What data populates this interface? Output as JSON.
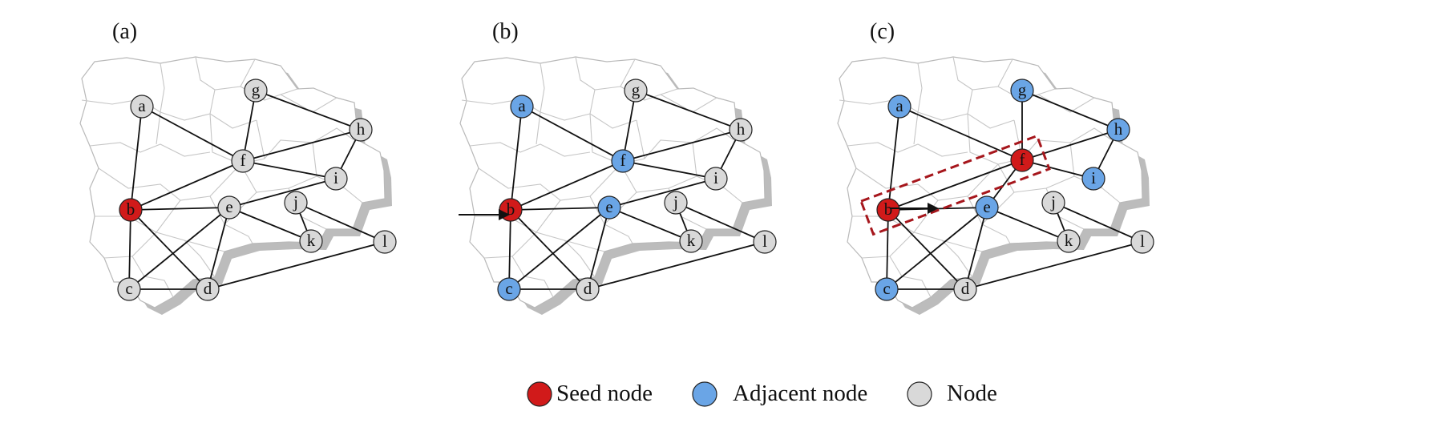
{
  "panels": [
    {
      "label": "(a)",
      "nodes": [
        {
          "id": "a",
          "label": "a",
          "role": "node"
        },
        {
          "id": "b",
          "label": "b",
          "role": "seed"
        },
        {
          "id": "c",
          "label": "c",
          "role": "node"
        },
        {
          "id": "d",
          "label": "d",
          "role": "node"
        },
        {
          "id": "e",
          "label": "e",
          "role": "node"
        },
        {
          "id": "f",
          "label": "f",
          "role": "node"
        },
        {
          "id": "g",
          "label": "g",
          "role": "node"
        },
        {
          "id": "h",
          "label": "h",
          "role": "node"
        },
        {
          "id": "i",
          "label": "i",
          "role": "node"
        },
        {
          "id": "j",
          "label": "j",
          "role": "node"
        },
        {
          "id": "k",
          "label": "k",
          "role": "node"
        },
        {
          "id": "l",
          "label": "l",
          "role": "node"
        }
      ],
      "edges": [
        [
          "a",
          "b"
        ],
        [
          "a",
          "f"
        ],
        [
          "b",
          "f"
        ],
        [
          "b",
          "e"
        ],
        [
          "b",
          "c"
        ],
        [
          "b",
          "d"
        ],
        [
          "c",
          "e"
        ],
        [
          "c",
          "d"
        ],
        [
          "d",
          "e"
        ],
        [
          "d",
          "l"
        ],
        [
          "e",
          "i"
        ],
        [
          "e",
          "k"
        ],
        [
          "f",
          "g"
        ],
        [
          "f",
          "h"
        ],
        [
          "f",
          "i"
        ],
        [
          "g",
          "h"
        ],
        [
          "h",
          "i"
        ],
        [
          "j",
          "k"
        ],
        [
          "j",
          "l"
        ]
      ],
      "highlight": false
    },
    {
      "label": "(b)",
      "nodes": [
        {
          "id": "a",
          "label": "a",
          "role": "adjacent"
        },
        {
          "id": "b",
          "label": "b",
          "role": "seed"
        },
        {
          "id": "c",
          "label": "c",
          "role": "adjacent"
        },
        {
          "id": "d",
          "label": "d",
          "role": "node"
        },
        {
          "id": "e",
          "label": "e",
          "role": "adjacent"
        },
        {
          "id": "f",
          "label": "f",
          "role": "adjacent"
        },
        {
          "id": "g",
          "label": "g",
          "role": "node"
        },
        {
          "id": "h",
          "label": "h",
          "role": "node"
        },
        {
          "id": "i",
          "label": "i",
          "role": "node"
        },
        {
          "id": "j",
          "label": "j",
          "role": "node"
        },
        {
          "id": "k",
          "label": "k",
          "role": "node"
        },
        {
          "id": "l",
          "label": "l",
          "role": "node"
        }
      ],
      "edges": [
        [
          "a",
          "b"
        ],
        [
          "a",
          "f"
        ],
        [
          "b",
          "f"
        ],
        [
          "b",
          "e"
        ],
        [
          "b",
          "c"
        ],
        [
          "b",
          "d"
        ],
        [
          "c",
          "e"
        ],
        [
          "c",
          "d"
        ],
        [
          "d",
          "e"
        ],
        [
          "d",
          "l"
        ],
        [
          "e",
          "i"
        ],
        [
          "e",
          "k"
        ],
        [
          "f",
          "g"
        ],
        [
          "f",
          "h"
        ],
        [
          "f",
          "i"
        ],
        [
          "g",
          "h"
        ],
        [
          "h",
          "i"
        ],
        [
          "j",
          "k"
        ],
        [
          "j",
          "l"
        ]
      ],
      "highlight": false
    },
    {
      "label": "(c)",
      "nodes": [
        {
          "id": "a",
          "label": "a",
          "role": "adjacent"
        },
        {
          "id": "b",
          "label": "b",
          "role": "seed"
        },
        {
          "id": "c",
          "label": "c",
          "role": "adjacent"
        },
        {
          "id": "d",
          "label": "d",
          "role": "node"
        },
        {
          "id": "e",
          "label": "e",
          "role": "adjacent"
        },
        {
          "id": "f",
          "label": "f",
          "role": "seed"
        },
        {
          "id": "g",
          "label": "g",
          "role": "adjacent"
        },
        {
          "id": "h",
          "label": "h",
          "role": "adjacent"
        },
        {
          "id": "i",
          "label": "i",
          "role": "adjacent"
        },
        {
          "id": "j",
          "label": "j",
          "role": "node"
        },
        {
          "id": "k",
          "label": "k",
          "role": "node"
        },
        {
          "id": "l",
          "label": "l",
          "role": "node"
        }
      ],
      "edges": [
        [
          "a",
          "b"
        ],
        [
          "a",
          "f"
        ],
        [
          "b",
          "f"
        ],
        [
          "b",
          "e"
        ],
        [
          "b",
          "c"
        ],
        [
          "b",
          "d"
        ],
        [
          "c",
          "e"
        ],
        [
          "c",
          "d"
        ],
        [
          "d",
          "e"
        ],
        [
          "d",
          "l"
        ],
        [
          "f",
          "e"
        ],
        [
          "e",
          "k"
        ],
        [
          "f",
          "g"
        ],
        [
          "f",
          "i"
        ],
        [
          "g",
          "h"
        ],
        [
          "h",
          "f"
        ],
        [
          "h",
          "i"
        ],
        [
          "j",
          "k"
        ],
        [
          "j",
          "l"
        ]
      ],
      "highlight": true
    }
  ],
  "legend": [
    {
      "role": "seed",
      "label": "Seed node"
    },
    {
      "role": "adjacent",
      "label": "Adjacent node"
    },
    {
      "role": "node",
      "label": "Node"
    }
  ],
  "colors": {
    "seed": "#d11a1a",
    "adjacent": "#6aa5e6",
    "node": "#d9d9d9",
    "highlight": "#a6161c"
  }
}
